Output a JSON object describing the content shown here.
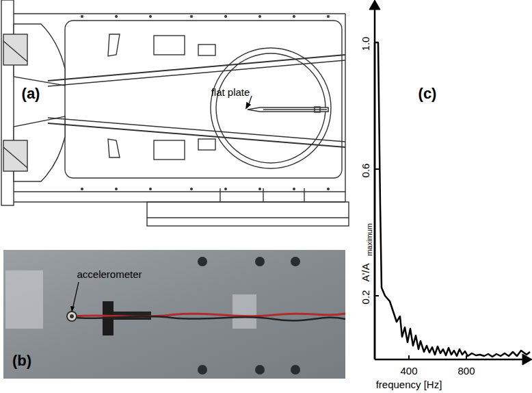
{
  "diagram": {
    "labels": [
      "(a)",
      "flat plate",
      "(c)",
      "1.0",
      "0.6",
      "0.2",
      "A'/A",
      "maximum",
      "400",
      "800",
      "frequency [Hz]",
      "accelerometer",
      "(b)"
    ]
  }
}
